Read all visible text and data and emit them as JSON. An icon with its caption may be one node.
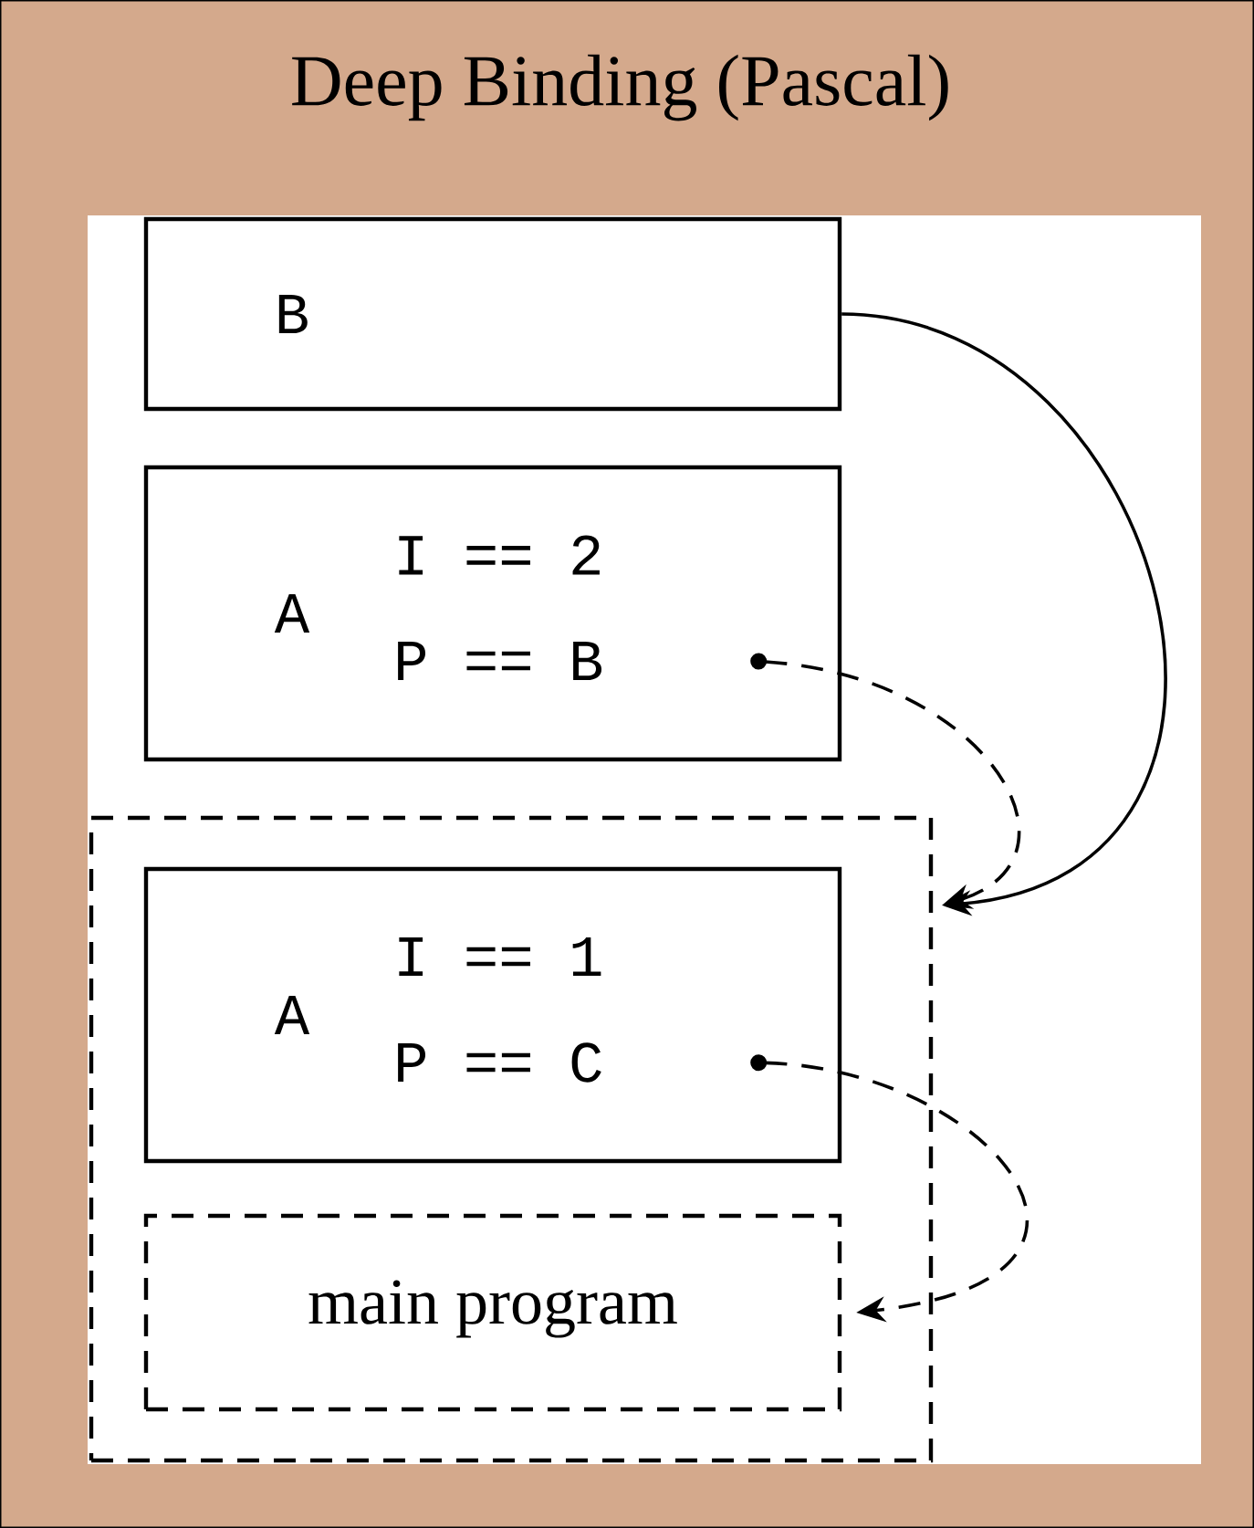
{
  "diagram": {
    "title": "Deep Binding (Pascal)",
    "nodes": [
      {
        "text": [
          "B"
        ]
      },
      {
        "text": [
          "A",
          "I == 2",
          "P == B"
        ]
      },
      {
        "text": [],
        "shape": "box"
      },
      {
        "text": [
          "A",
          "I == 1",
          "P == C"
        ],
        "in": 2
      },
      {
        "text": [
          "main program"
        ],
        "in": 2
      }
    ],
    "edges": [
      {
        "from": 0,
        "to": 2,
        "arrow": "to"
      },
      {
        "from": 1,
        "to": 2,
        "arrow": "to",
        "style": "dashed"
      },
      {
        "from": 3,
        "to": 4,
        "arrow": "to",
        "style": "dashed"
      }
    ]
  }
}
